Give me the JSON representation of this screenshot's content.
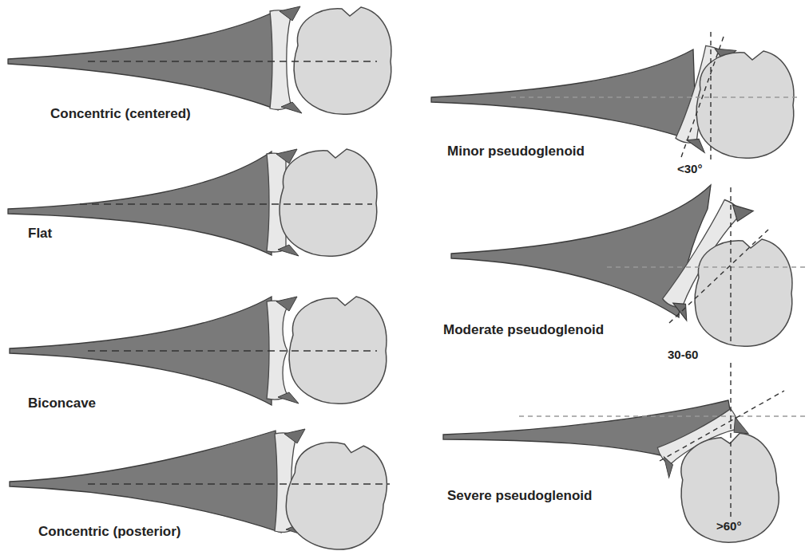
{
  "diagram": {
    "labels": [
      "Concentric (centered)",
      "Flat",
      "Biconcave",
      "Concentric (posterior)",
      "Minor pseudoglenoid",
      "<30°",
      "Moderate pseudoglenoid",
      "30-60",
      "Severe pseudoglenoid",
      ">60°"
    ]
  }
}
